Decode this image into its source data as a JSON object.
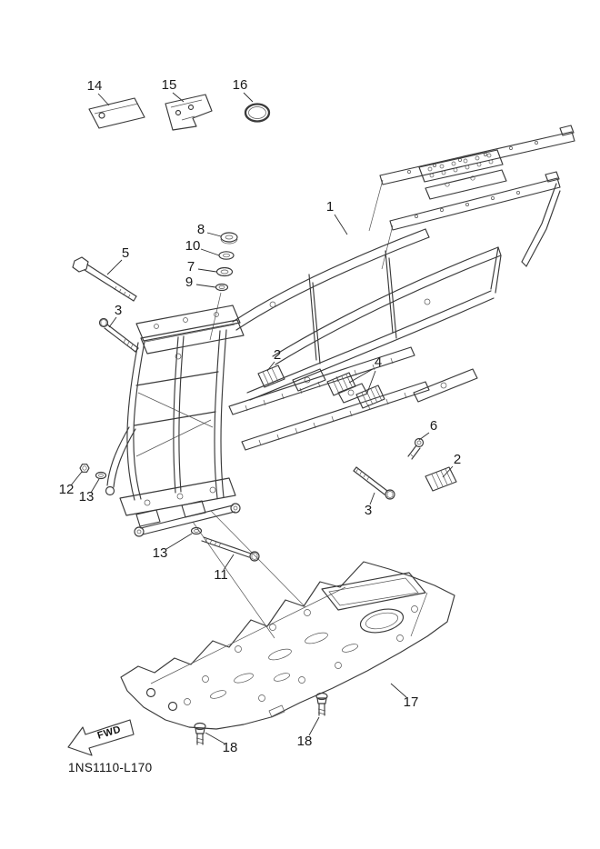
{
  "diagram": {
    "code": "1NS1110-L170",
    "fwd_label": "FWD",
    "callouts": [
      {
        "label": "14"
      },
      {
        "label": "15"
      },
      {
        "label": "16"
      },
      {
        "label": "1"
      },
      {
        "label": "8"
      },
      {
        "label": "10"
      },
      {
        "label": "7"
      },
      {
        "label": "9"
      },
      {
        "label": "5"
      },
      {
        "label": "3"
      },
      {
        "label": "2"
      },
      {
        "label": "4"
      },
      {
        "label": "6"
      },
      {
        "label": "2"
      },
      {
        "label": "3"
      },
      {
        "label": "12"
      },
      {
        "label": "13"
      },
      {
        "label": "13"
      },
      {
        "label": "11"
      },
      {
        "label": "17"
      },
      {
        "label": "18"
      },
      {
        "label": "18"
      }
    ]
  }
}
